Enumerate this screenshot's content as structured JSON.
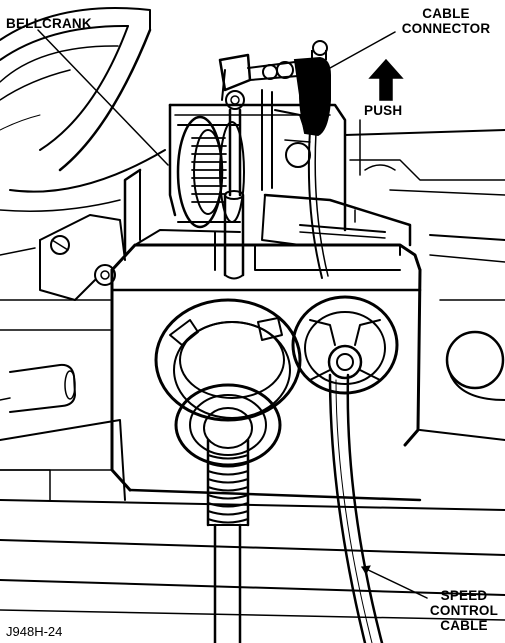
{
  "labels": {
    "bellcrank": "BELLCRANK",
    "cable_connector_line1": "CABLE",
    "cable_connector_line2": "CONNECTOR",
    "push": "PUSH",
    "speed_control_line1": "SPEED",
    "speed_control_line2": "CONTROL",
    "speed_control_line3": "CABLE"
  },
  "figure_id": "J948H-24",
  "colors": {
    "ink": "#000000",
    "paper": "#ffffff"
  }
}
